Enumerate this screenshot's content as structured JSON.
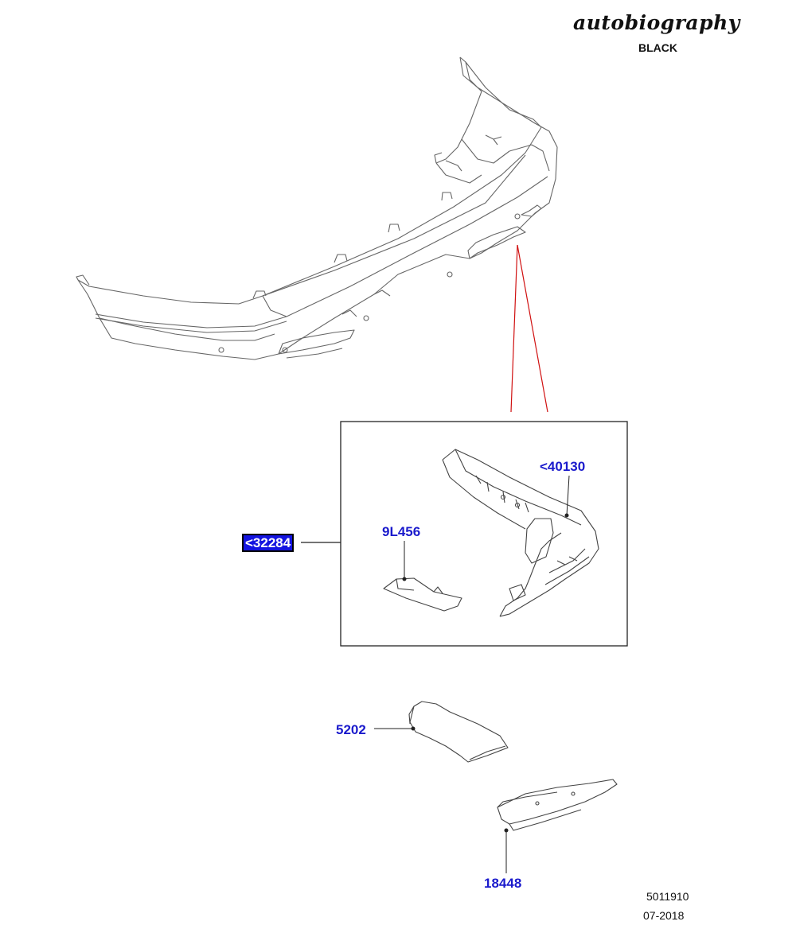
{
  "header": {
    "brand_script": "autobiography",
    "brand_sub": "BLACK"
  },
  "callouts": [
    {
      "id": "40130",
      "label": "<40130",
      "boxed": false
    },
    {
      "id": "32284",
      "label": "<32284",
      "boxed": true
    },
    {
      "id": "9L456",
      "label": "9L456",
      "boxed": false
    },
    {
      "id": "5202",
      "label": "5202",
      "boxed": false
    },
    {
      "id": "18448",
      "label": "18448",
      "boxed": false
    }
  ],
  "footer": {
    "diagram_number": "5011910",
    "date": "07-2018"
  },
  "colors": {
    "callout_text": "#1a1acc",
    "callout_highlight_bg": "#1414e0",
    "leader_line": "#d01010",
    "outline": "#555555"
  }
}
